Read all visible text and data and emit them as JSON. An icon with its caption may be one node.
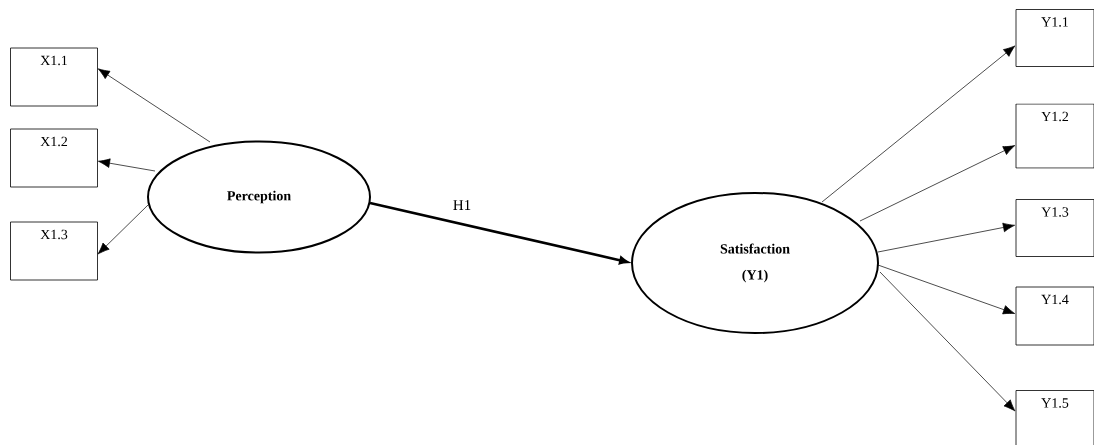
{
  "diagram": {
    "nodes": [
      {
        "text": [
          "X1.1"
        ]
      },
      {
        "text": [
          "X1.2"
        ]
      },
      {
        "text": [
          "X1.3"
        ]
      },
      {
        "text": [
          "Perception"
        ]
      },
      {
        "text": [
          "Satisfaction",
          "(Y1)"
        ]
      },
      {
        "text": [
          "Y1.1"
        ]
      },
      {
        "text": [
          "Y1.2"
        ]
      },
      {
        "text": [
          "Y1.3"
        ]
      },
      {
        "text": [
          "Y1.4"
        ]
      },
      {
        "text": [
          "Y1.5"
        ]
      }
    ],
    "edges": [
      {
        "from": 3,
        "to": 0,
        "arrow": "to"
      },
      {
        "from": 3,
        "to": 1,
        "arrow": "to"
      },
      {
        "from": 3,
        "to": 2,
        "arrow": "to"
      },
      {
        "from": 3,
        "to": 4,
        "arrow": "to",
        "label": "H1",
        "style": "thick"
      },
      {
        "from": 4,
        "to": 5,
        "arrow": "to"
      },
      {
        "from": 4,
        "to": 6,
        "arrow": "to"
      },
      {
        "from": 4,
        "to": 7,
        "arrow": "to"
      },
      {
        "from": 4,
        "to": 8,
        "arrow": "to"
      },
      {
        "from": 4,
        "to": 9,
        "arrow": "to"
      }
    ]
  }
}
